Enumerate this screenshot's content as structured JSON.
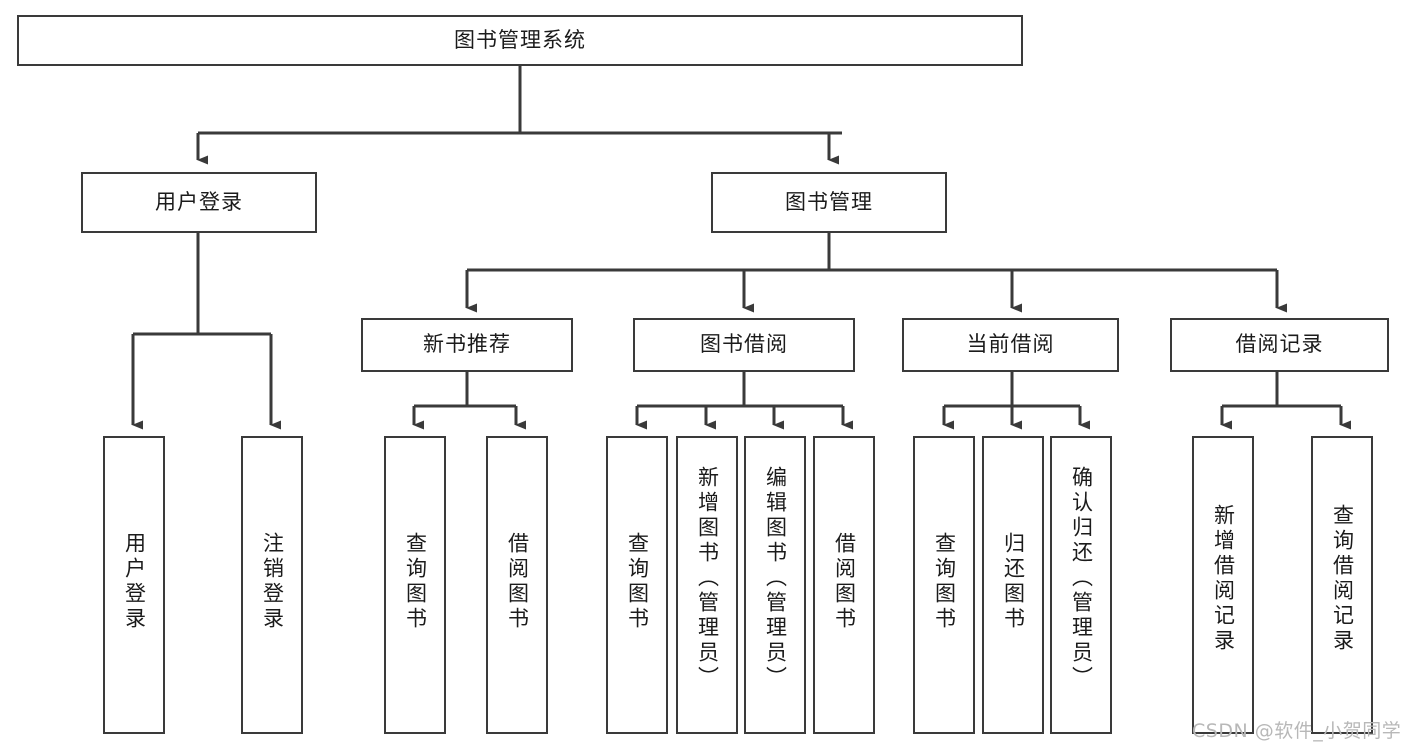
{
  "diagram": {
    "title": "图书管理系统",
    "type": "hierarchy-tree",
    "colors": {
      "box_border": "#3a3a3a",
      "box_fill": "#ffffff",
      "text": "#1b1b1b",
      "edge": "#3a3a3a",
      "watermark": "#b8b8b8",
      "background": "#ffffff"
    },
    "root": {
      "label": "图书管理系统"
    },
    "level2": [
      {
        "label": "用户登录"
      },
      {
        "label": "图书管理"
      }
    ],
    "level3": [
      {
        "label": "新书推荐"
      },
      {
        "label": "图书借阅"
      },
      {
        "label": "当前借阅"
      },
      {
        "label": "借阅记录"
      }
    ],
    "leaves": {
      "user_login": [
        {
          "label": "用户登录"
        },
        {
          "label": "注销登录"
        }
      ],
      "new_book_recommend": [
        {
          "label": "查询图书"
        },
        {
          "label": "借阅图书"
        }
      ],
      "book_borrow": [
        {
          "label": "查询图书"
        },
        {
          "label": "新增图书（管理员）"
        },
        {
          "label": "编辑图书（管理员）"
        },
        {
          "label": "借阅图书"
        }
      ],
      "current_borrow": [
        {
          "label": "查询图书"
        },
        {
          "label": "归还图书"
        },
        {
          "label": "确认归还（管理员）"
        }
      ],
      "borrow_record": [
        {
          "label": "新增借阅记录"
        },
        {
          "label": "查询借阅记录"
        }
      ]
    },
    "watermark": "CSDN @软件_小贺同学"
  }
}
